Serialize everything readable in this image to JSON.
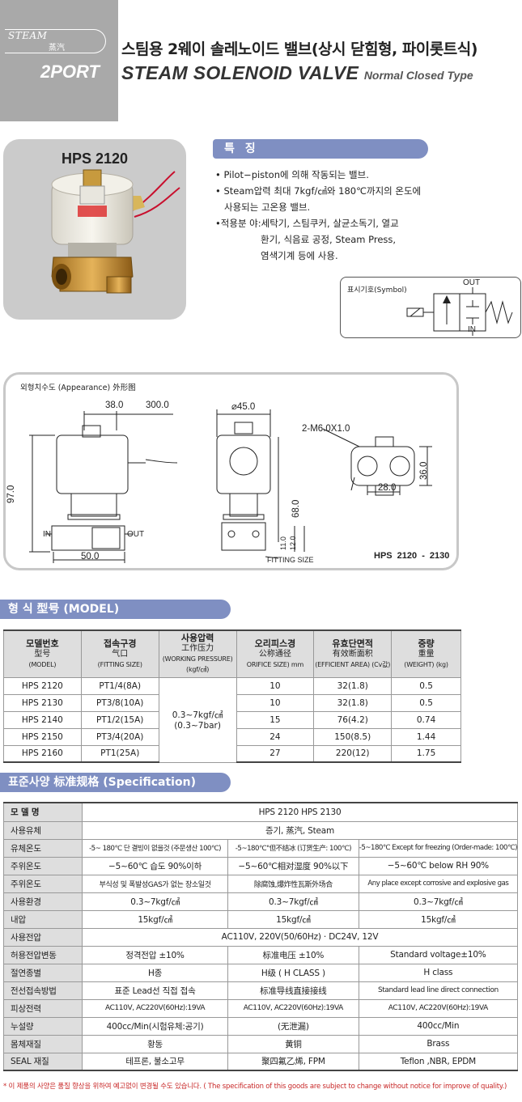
{
  "header": {
    "steam_word": "STEAM",
    "steam_cjk": "蒸汽",
    "port_label": "2PORT",
    "title_ko": "스팀용 2웨이 솔레노이드 밸브(상시 닫힘형, 파이롯트식)",
    "title_en": "STEAM SOLENOID VALVE",
    "title_en_sub": "Normal Closed Type"
  },
  "product": {
    "name": "HPS 2120",
    "image_icon": "steam-solenoid-valve-photo"
  },
  "features": {
    "tab_label": "특 징",
    "line1": "• Pilot−piston에 의해 작동되는 밸브.",
    "line2": "• Steam압력 최대 7kgf/㎠와 180℃까지의 온도에",
    "line3": "사용되는 고온용 밸브.",
    "line4": "•적용분 야:세탁기, 스팀쿠커, 살균소독기, 열교",
    "line5": "환기, 식음료 공정, Steam Press,",
    "line6": "염색기계 등에 사용."
  },
  "symbol": {
    "label": "표시기호(Symbol)",
    "out": "OUT",
    "in": "IN"
  },
  "appearance": {
    "title": "외형치수도 (Appearance) 外形图",
    "d_38": "38.0",
    "d_300": "300.0",
    "d_97": "97.0",
    "d_50": "50.0",
    "in": "IN",
    "out": "OUT",
    "d_45": "⌀45.0",
    "d_68": "68.0",
    "d_11": "11.0",
    "d_12": "12.0",
    "fitting": "FITTING SIZE",
    "screw": "2-M6.0X1.0",
    "d_36": "36.0",
    "d_28": "28.0",
    "code": "HPS  2120 - 2130"
  },
  "model": {
    "tab_label": "형 식 型号 (MODEL)",
    "headers": [
      {
        "ko": "모델번호",
        "cn": "型号",
        "en": "(MODEL)"
      },
      {
        "ko": "접속구경",
        "cn": "气口",
        "en": "(FITTING SIZE)"
      },
      {
        "ko": "사용압력",
        "cn": "工作压力",
        "en": "(WORKING PRESSURE)",
        "en2": "(kgf/㎠)"
      },
      {
        "ko": "오리피스경",
        "cn": "公称通径",
        "en": "ORIFICE SIZE) mm"
      },
      {
        "ko": "유효단면적",
        "cn": "有效断面积",
        "en": "(EFFICIENT AREA) (Cv값)"
      },
      {
        "ko": "중량",
        "cn": "重量",
        "en": "(WEIGHT) (kg)"
      }
    ],
    "pressure_a": "0.3~7kgf/㎠",
    "pressure_b": "(0.3~7bar)",
    "rows": [
      {
        "model": "HPS 2120",
        "fitting": "PT1/4(8A)",
        "orifice": "10",
        "area": "32(1.8)",
        "weight": "0.5"
      },
      {
        "model": "HPS 2130",
        "fitting": "PT3/8(10A)",
        "orifice": "10",
        "area": "32(1.8)",
        "weight": "0.5"
      },
      {
        "model": "HPS 2140",
        "fitting": "PT1/2(15A)",
        "orifice": "15",
        "area": "76(4.2)",
        "weight": "0.74"
      },
      {
        "model": "HPS 2150",
        "fitting": "PT3/4(20A)",
        "orifice": "24",
        "area": "150(8.5)",
        "weight": "1.44"
      },
      {
        "model": "HPS 2160",
        "fitting": "PT1(25A)",
        "orifice": "27",
        "area": "220(12)",
        "weight": "1.75"
      }
    ]
  },
  "spec": {
    "tab_label": "표준사양 标准规格   (Specification)",
    "model_label": "모 델 명",
    "model_value": "HPS 2120   HPS 2130",
    "fluid_label": "사용유체",
    "fluid_value": "증기, 蒸汽, Steam",
    "fluid_temp_label": "유체온도",
    "fluid_temp_ko": "-5~ 180℃ 단 결빙이 없을것 (주문생산 100℃)",
    "fluid_temp_cn": "-5~180℃\"但不结冰 (订货生产: 100℃)",
    "fluid_temp_en": "-5~180℃ Except for freezing (Order-made: 100℃)",
    "amb_temp_label": "주위온도",
    "amb_temp_ko": "−5~60℃ 습도 90%이하",
    "amb_temp_cn": "−5~60℃相对湿度 90%以下",
    "amb_temp_en": "−5~60℃ below RH 90%",
    "amb_cond_label": "주위온도",
    "amb_cond_ko": "부식성 및 폭발성GAS가 없는 장소일것",
    "amb_cond_cn": "除腐蚀,爆炸性瓦斯外场合",
    "amb_cond_en": "Any place except corrosive and explosive gas",
    "env_label": "사용환경",
    "env_ko": "0.3~7kgf/㎠",
    "env_cn": "0.3~7kgf/㎠",
    "env_en": "0.3~7kgf/㎠",
    "proof_label": "내압",
    "proof_ko": "15kgf/㎠",
    "proof_cn": "15kgf/㎠",
    "proof_en": "15kgf/㎠",
    "voltage_label": "사용전압",
    "voltage_value": "AC110V, 220V(50/60Hz)  ·  DC24V, 12V",
    "tol_label": "허용전압변동",
    "tol_ko": "정격전압 ±10%",
    "tol_cn": "标准电压 ±10%",
    "tol_en": "Standard voltage±10%",
    "ins_label": "절연종별",
    "ins_ko": "H종",
    "ins_cn": "H级 ( H CLASS )",
    "ins_en": "H class",
    "wire_label": "전선접속방법",
    "wire_ko": "표준 Lead선 직접 접속",
    "wire_cn": "标准导线直接接线",
    "wire_en": "Standard lead line direct connection",
    "power_label": "피상전력",
    "power_ko": "AC110V, AC220V(60Hz):19VA",
    "power_cn": "AC110V, AC220V(60Hz):19VA",
    "power_en": "AC110V, AC220V(60Hz):19VA",
    "leak_label": "누설량",
    "leak_ko": "400cc/Min(시험유체:공기)",
    "leak_cn": "(无泄漏)",
    "leak_en": "400cc/Min",
    "body_label": "몸체재질",
    "body_ko": "황동",
    "body_cn": "黄铜",
    "body_en": "Brass",
    "seal_label": "SEAL 재질",
    "seal_ko": "테프론, 불소고무",
    "seal_cn": "聚四氟乙烯, FPM",
    "seal_en": "Teflon ,NBR, EPDM"
  },
  "footnote": "* 이 제품의 사양은 품질 향상을 위하여 예고없이 변경될 수도 있습니다. ( The specification of this goods are subject to change without notice for improve of quality.)"
}
